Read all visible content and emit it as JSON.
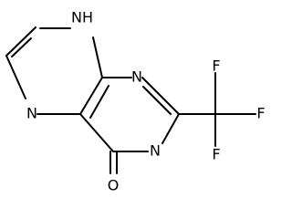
{
  "atoms": {
    "n8h": "NH",
    "n5": "N",
    "n1": "N",
    "n3": "N",
    "o4": "O",
    "f_top": "F",
    "f_right": "F",
    "f_bottom": "F"
  },
  "colors": {
    "bond": "#000000",
    "label": "#000000",
    "background": "#ffffff"
  }
}
